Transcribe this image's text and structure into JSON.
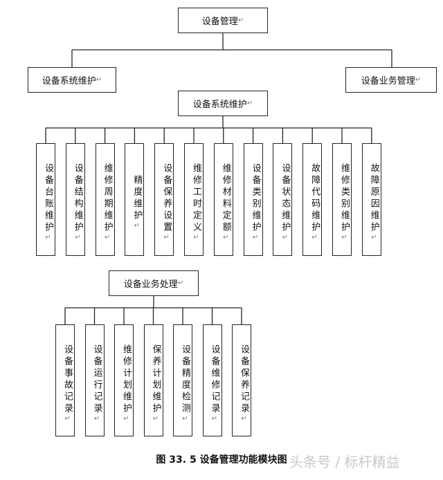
{
  "root": "设备管理",
  "level1": [
    "设备系统维护",
    "设备业务管理"
  ],
  "maintenance": {
    "title": "设备系统维护",
    "items": [
      "设备台账维护",
      "设备结构维护",
      "维修周期维护",
      "精度维护",
      "设备保养设置",
      "维修工时定义",
      "维修材料定额",
      "设备类别维护",
      "设备状态维护",
      "故障代码维护",
      "维修类别维护",
      "故障原因维护"
    ]
  },
  "business": {
    "title": "设备业务处理",
    "items": [
      "设备事故记录",
      "设备运行记录",
      "维修计划维护",
      "保养计划维护",
      "设备精度检测",
      "设备维修记录",
      "设备保养记录"
    ]
  },
  "caption": "图 33. 5  设备管理功能模块图",
  "watermark": "头条号 / 标杆精益"
}
